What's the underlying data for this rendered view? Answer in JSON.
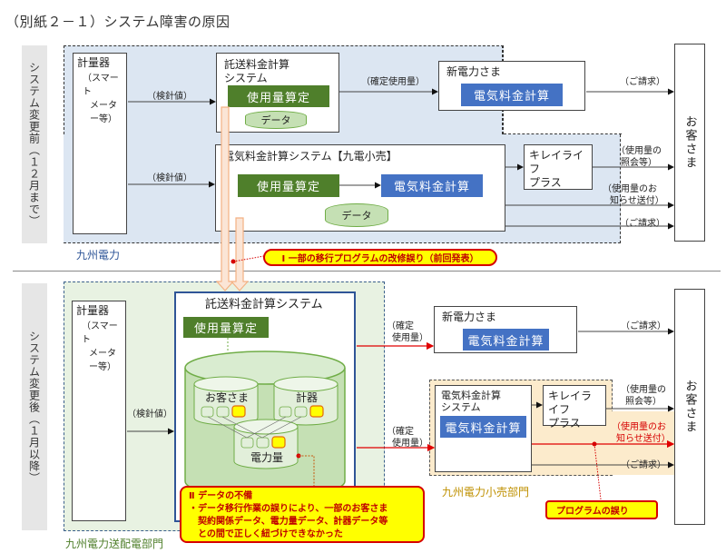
{
  "title": "（別紙２－１）システム障害の原因",
  "before": {
    "side_label": "システム変更前（１２月まで）",
    "zone_label": "九州電力",
    "meter": {
      "title": "計量器",
      "sub1": "（スマート",
      "sub2": "メーター等）"
    },
    "takuso": {
      "title_line1": "託送料金計算",
      "title_line2": "システム",
      "calc": "使用量算定",
      "data": "データ"
    },
    "retail_system": {
      "title": "電気料金計算システム【九電小売】",
      "calc_usage": "使用量算定",
      "calc_fee": "電気料金計算",
      "data": "データ"
    },
    "new_power": {
      "title": "新電力さま",
      "calc": "電気料金計算"
    },
    "kirei": {
      "line1": "キレイライフ",
      "line2": "プラス"
    },
    "customer": "お客さま",
    "arrows": {
      "meter_to_takuso": "（検針値）",
      "meter_to_retail": "（検針値）",
      "takuso_to_new": "（確定使用量）",
      "new_to_customer": "（ご請求）",
      "kirei_to_customer_1": "（使用量の",
      "kirei_to_customer_2": "照会等）",
      "notice_1": "（使用量のお",
      "notice_2": "知らせ送付）",
      "billing": "（ご請求）"
    }
  },
  "callout_1": "Ⅰ 一部の移行プログラムの改修誤り（前回発表）",
  "after": {
    "side_label": "システム変更後（１月以降）",
    "zone_label_green": "九州電力送配電部門",
    "zone_label_orange": "九州電力小売部門",
    "meter": {
      "title": "計量器",
      "sub1": "（スマート",
      "sub2": "メーター等）"
    },
    "takuso": {
      "title": "託送料金計算システム",
      "calc": "使用量算定",
      "db_customer": "お客さま",
      "db_meter": "計器",
      "db_power": "電力量"
    },
    "new_power": {
      "title": "新電力さま",
      "calc": "電気料金計算"
    },
    "retail_system": {
      "title_line1": "電気料金計算",
      "title_line2": "システム",
      "calc": "電気料金計算"
    },
    "kirei": {
      "line1": "キレイライフ",
      "line2": "プラス"
    },
    "customer": "お客さま",
    "arrows": {
      "meter_to_takuso": "（検針値）",
      "takuso_to_new_1": "（確定",
      "takuso_to_new_2": "使用量）",
      "takuso_to_retail_1": "（確定",
      "takuso_to_retail_2": "使用量）",
      "new_to_customer": "（ご請求）",
      "kirei_to_customer_1": "（使用量の",
      "kirei_to_customer_2": "照会等）",
      "notice_1": "（使用量のお",
      "notice_2": "知らせ送付）",
      "billing": "（ご請求）"
    },
    "callout_2": {
      "title": "Ⅱ データの不備",
      "line1": "・データ移行作業の誤りにより、一部のお客さま",
      "line2": "契約関係データ、電力量データ、計器データ等",
      "line3": "との間で正しく紐づけできなかった"
    },
    "callout_3": "プログラムの誤り"
  },
  "colors": {
    "green": "#4f7f2b",
    "blue": "#4472c4",
    "error_red": "#d60000",
    "callout_yellow": "#ffff00",
    "orange_arrow": "#f4b183"
  }
}
